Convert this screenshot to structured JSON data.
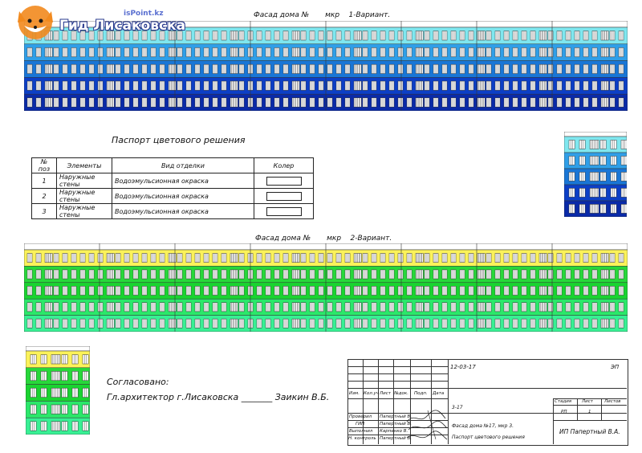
{
  "watermark": {
    "brand_small": "isPoint.kz",
    "brand_main": "Гид Лисаковска"
  },
  "facade1": {
    "caption_left": "Фасад дома №",
    "caption_mid": "мкр",
    "caption_right": "1-Вариант.",
    "colors": {
      "top": "#7fe7ef",
      "band2": "#2f9fe8",
      "band3": "#1976d6",
      "band4": "#0c3fc6",
      "base": "#0a2aa8"
    }
  },
  "facade2": {
    "caption_left": "Фасад дома №",
    "caption_mid": "мкр",
    "caption_right": "2-Вариант.",
    "colors": {
      "top": "#fbf25a",
      "band2": "#27d83a",
      "band3": "#19d430",
      "band4": "#2be86a",
      "base": "#38f094"
    }
  },
  "passport": {
    "title": "Паспорт цветового решения",
    "headers": [
      "№ поз",
      "Элементы",
      "Вид отделки",
      "Колер"
    ],
    "rows": [
      {
        "num": "1",
        "element": "Наружные стены",
        "finish": "Водоэмульсионная окраска"
      },
      {
        "num": "2",
        "element": "Наружные стены",
        "finish": "Водоэмульсионная окраска"
      },
      {
        "num": "3",
        "element": "Наружные стены",
        "finish": "Водоэмульсионная окраска"
      }
    ]
  },
  "approval": {
    "agreed": "Согласовано:",
    "architect": "Гл.архитектор г.Лисаковска _______ Заикин В.Б."
  },
  "title_block": {
    "code_top": "12-03-17",
    "ep": "ЭП",
    "headers": [
      "Изм.",
      "Кол.уч",
      "Лист",
      "№док.",
      "Подп.",
      "Дата"
    ],
    "code_mid": "3-17",
    "stage_header": "Стадия",
    "sheet_header": "Лист",
    "sheets_header": "Листов",
    "stage": "РП",
    "sheet": "1",
    "project_line1": "Фасад дома №17, мкр 3.",
    "project_line2": "Паспорт цветового решения",
    "company": "ИП Папертный В.А.",
    "signers": [
      {
        "role": "Проверил",
        "name": "Папертный В."
      },
      {
        "role": "ГИП",
        "name": "Папертный В."
      },
      {
        "role": "Выполнил",
        "name": "Карпенко В."
      },
      {
        "role": "Н. контроль",
        "name": "Папертный В."
      }
    ]
  }
}
